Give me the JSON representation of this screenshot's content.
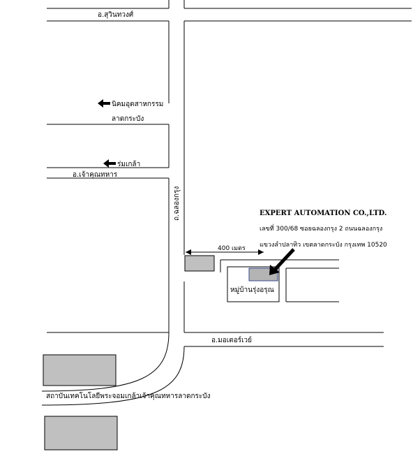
{
  "roads": {
    "top_road": "อ.สุวินทวงศ์",
    "lat_krabang": "ลาดกระบัง",
    "chao_khun": "อ.เจ้าคุณทหาร",
    "motorway": "อ.มอเตอร์เวย์",
    "chalong_krung": "ถ.ฉลองกรุง"
  },
  "directions": {
    "industrial_estate": "นิคมอุตสาหกรรม",
    "rom_klao": "ร่มเกล้า"
  },
  "company": {
    "name": "EXPERT AUTOMATION CO.,LTD.",
    "address_line1": "เลขที่ 300/68  ซอยฉลองกรุง 2 ถนนฉลองกรุง",
    "address_line2": "แขวงลำปลาทิว เขตลาดกระบัง กรุงเทพ  10520"
  },
  "distance_label": "400 เมตร",
  "village": "หมู่บ้านรุ่งอรุณ",
  "institute": "สถาบันเทคโนโลยีพระจอมเกล้าเจ้าคุณทหารลาดกระบัง",
  "colors": {
    "building_fill": "#c0c0c0",
    "company_building_fill": "#b4b4b4",
    "company_building_stroke": "#3a4a8c",
    "line": "#000000"
  }
}
